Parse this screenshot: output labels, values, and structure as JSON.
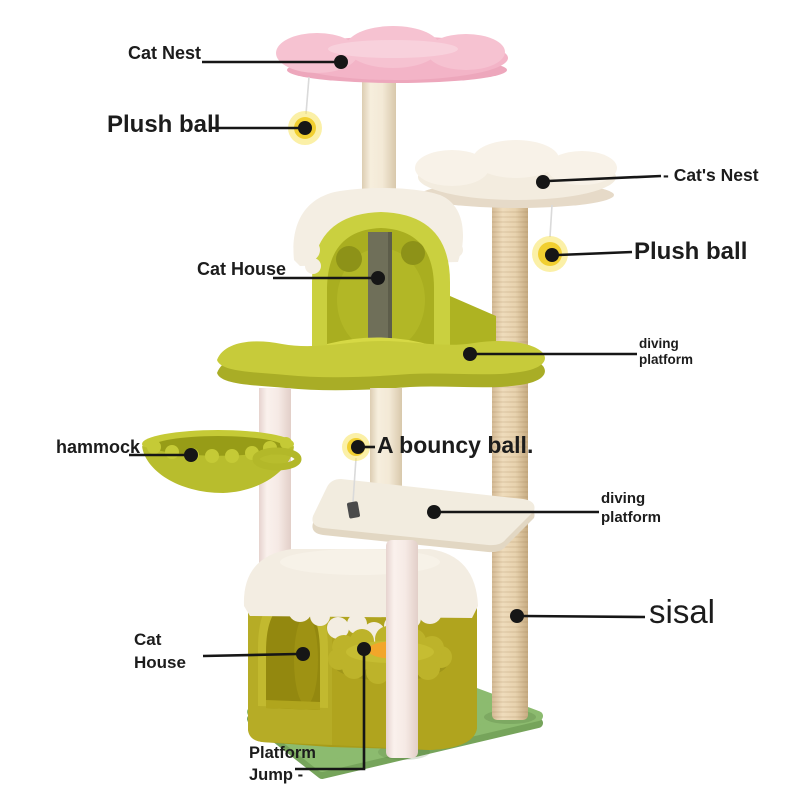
{
  "page": {
    "background_color": "#ffffff",
    "description": "Annotated product diagram of a flower-themed cat tree"
  },
  "illustration": {
    "subject": "flower cat tree",
    "colors": {
      "pink_flower": "#f3b4c7",
      "cream_white": "#f3ecdf",
      "post_cream": "#f2e8d8",
      "post_pink": "#f7ebe7",
      "sisal_tan": "#e9d5b5",
      "bright_yellow_green": "#cad03f",
      "olive_green": "#b0a41e",
      "arch_interior": "#93880f",
      "orange_cushion": "#f2a62a",
      "base_green": "#8cbb6f",
      "ball_yellow": "#f1cf30",
      "annotation_black": "#161616"
    }
  },
  "annotations": [
    {
      "id": "cat-nest-top",
      "label": "Cat Nest"
    },
    {
      "id": "plush-ball-left",
      "label": "Plush ball"
    },
    {
      "id": "cats-nest-right",
      "label": "- Cat's Nest"
    },
    {
      "id": "plush-ball-right",
      "label": "Plush ball"
    },
    {
      "id": "cat-house-upper",
      "label": "Cat House"
    },
    {
      "id": "diving-platform-upper",
      "label": "diving\nplatform"
    },
    {
      "id": "hammock",
      "label": "hammock"
    },
    {
      "id": "bouncy-ball",
      "label": "A bouncy ball."
    },
    {
      "id": "diving-platform-middle",
      "label": "diving\nplatform"
    },
    {
      "id": "sisal",
      "label": "sisal"
    },
    {
      "id": "cat-house-lower",
      "label": "Cat\nHouse"
    },
    {
      "id": "platform-jump",
      "label": "Platform\nJump -"
    }
  ]
}
